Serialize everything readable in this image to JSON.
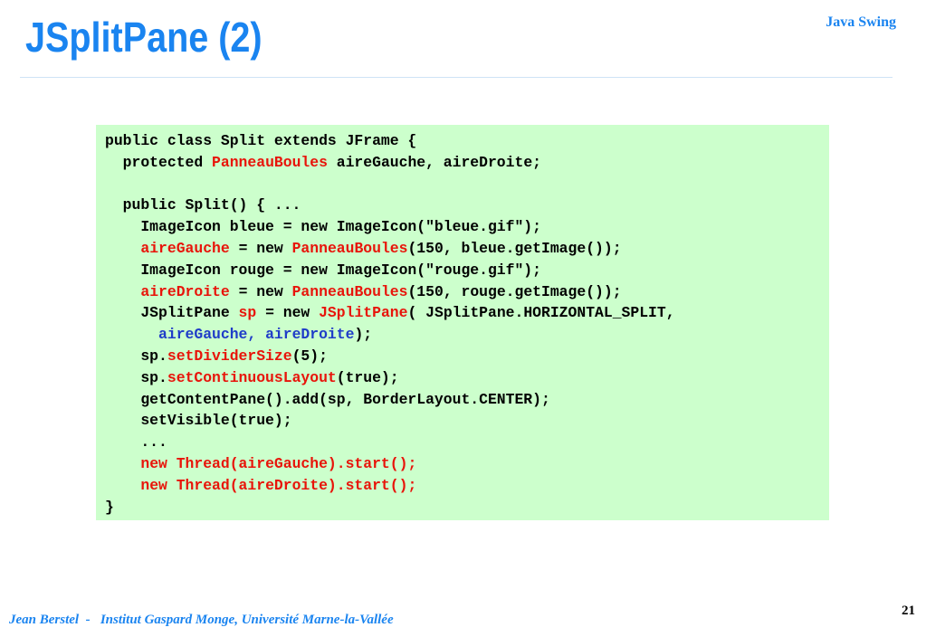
{
  "slide": {
    "title": "JSplitPane (2)",
    "section": "Java Swing",
    "footer_left": "Jean Berstel  -   Institut Gaspard Monge, Université Marne-la-Vallée",
    "page_number": "21"
  },
  "code": {
    "lines": [
      [
        {
          "t": "public class Split extends JFrame {",
          "c": ""
        }
      ],
      [
        {
          "t": "  protected ",
          "c": ""
        },
        {
          "t": "PanneauBoules",
          "c": "red"
        },
        {
          "t": " aireGauche, aireDroite;",
          "c": ""
        }
      ],
      [
        {
          "t": "",
          "c": ""
        }
      ],
      [
        {
          "t": "  public Split() { ...",
          "c": ""
        }
      ],
      [
        {
          "t": "    ImageIcon bleue = new ImageIcon(\"bleue.gif\");",
          "c": ""
        }
      ],
      [
        {
          "t": "    ",
          "c": ""
        },
        {
          "t": "aireGauche",
          "c": "red"
        },
        {
          "t": " = new ",
          "c": ""
        },
        {
          "t": "PanneauBoules",
          "c": "red"
        },
        {
          "t": "(150, bleue.getImage());",
          "c": ""
        }
      ],
      [
        {
          "t": "    ImageIcon rouge = new ImageIcon(\"rouge.gif\");",
          "c": ""
        }
      ],
      [
        {
          "t": "    ",
          "c": ""
        },
        {
          "t": "aireDroite",
          "c": "red"
        },
        {
          "t": " = new ",
          "c": ""
        },
        {
          "t": "PanneauBoules",
          "c": "red"
        },
        {
          "t": "(150, rouge.getImage());",
          "c": ""
        }
      ],
      [
        {
          "t": "    JSplitPane ",
          "c": ""
        },
        {
          "t": "sp",
          "c": "red"
        },
        {
          "t": " = new ",
          "c": ""
        },
        {
          "t": "JSplitPane",
          "c": "red"
        },
        {
          "t": "( JSplitPane.HORIZONTAL_SPLIT,",
          "c": ""
        }
      ],
      [
        {
          "t": "      ",
          "c": ""
        },
        {
          "t": "aireGauche, aireDroite",
          "c": "blue"
        },
        {
          "t": ");",
          "c": ""
        }
      ],
      [
        {
          "t": "    sp.",
          "c": ""
        },
        {
          "t": "setDividerSize",
          "c": "red"
        },
        {
          "t": "(5);",
          "c": ""
        }
      ],
      [
        {
          "t": "    sp.",
          "c": ""
        },
        {
          "t": "setContinuousLayout",
          "c": "red"
        },
        {
          "t": "(true);",
          "c": ""
        }
      ],
      [
        {
          "t": "    getContentPane().add(sp, BorderLayout.CENTER);",
          "c": ""
        }
      ],
      [
        {
          "t": "    setVisible(true);",
          "c": ""
        }
      ],
      [
        {
          "t": "    ...",
          "c": ""
        }
      ],
      [
        {
          "t": "    ",
          "c": ""
        },
        {
          "t": "new Thread(aireGauche).start();",
          "c": "red"
        }
      ],
      [
        {
          "t": "    ",
          "c": ""
        },
        {
          "t": "new Thread(aireDroite).start();",
          "c": "red"
        }
      ],
      [
        {
          "t": "}",
          "c": ""
        }
      ]
    ]
  }
}
